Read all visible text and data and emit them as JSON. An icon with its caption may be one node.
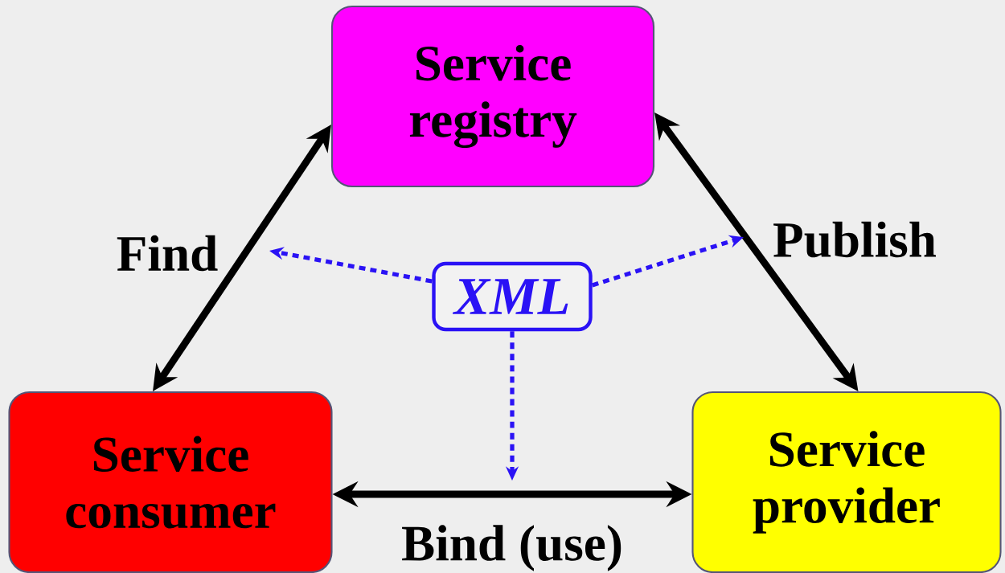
{
  "diagram": {
    "nodes": [
      {
        "text": [
          "Service registry"
        ]
      },
      {
        "text": [
          "Service consumer"
        ]
      },
      {
        "text": [
          "Service provider"
        ]
      },
      {
        "text": [
          "XML"
        ]
      }
    ],
    "edges": [
      {
        "from": 1,
        "to": 0,
        "arrow": "both",
        "label": "Find"
      },
      {
        "from": 2,
        "to": 0,
        "arrow": "both",
        "label": "Publish"
      },
      {
        "from": 1,
        "to": 2,
        "arrow": "both",
        "label": "Bind (use)"
      },
      {
        "from": 3,
        "to": null,
        "arrow": "to",
        "style": "dashed",
        "color": "#2a12f5"
      },
      {
        "from": 3,
        "to": null,
        "arrow": "to",
        "style": "dashed",
        "color": "#2a12f5"
      },
      {
        "from": 3,
        "to": null,
        "arrow": "to",
        "style": "dashed",
        "color": "#2a12f5"
      }
    ]
  }
}
